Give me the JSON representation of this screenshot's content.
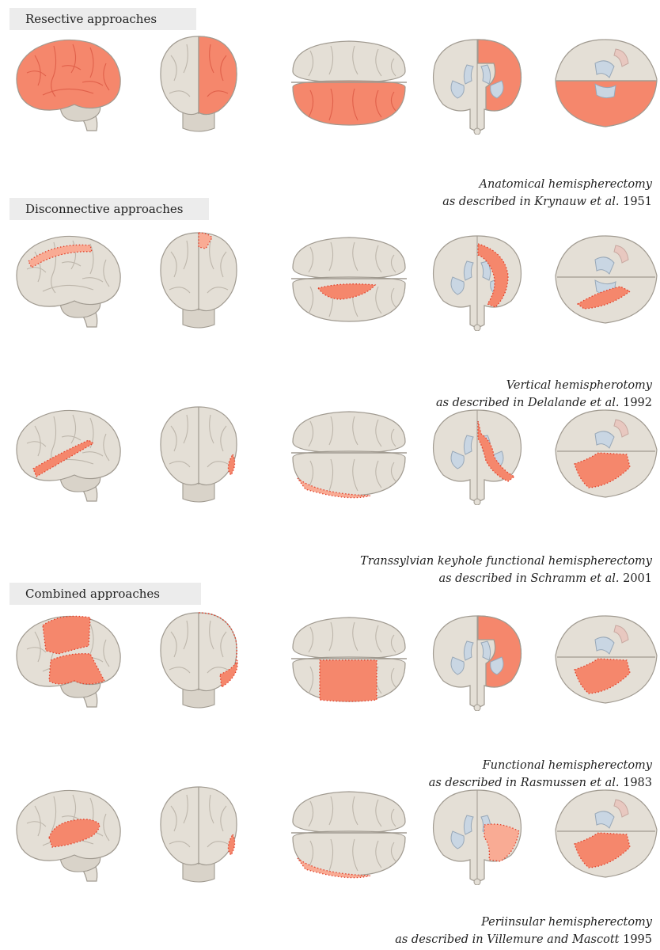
{
  "section_labels": [
    "Resective approaches",
    "Disconnective approaches",
    "Combined approaches"
  ],
  "procedures": [
    {
      "name": "Anatomical hemispherectomy",
      "cite_prefix": "as described in Krynauw ",
      "cite_etal": "et al.",
      "year": " 1951"
    },
    {
      "name": "Vertical hemispherotomy",
      "cite_prefix": "as described in Delalande ",
      "cite_etal": "et al.",
      "year": " 1992"
    },
    {
      "name": "Transsylvian keyhole functional hemispherectomy",
      "cite_prefix": "as described in Schramm ",
      "cite_etal": "et al.",
      "year": " 2001"
    },
    {
      "name": "Functional hemispherectomy",
      "cite_prefix": "as described in Rasmussen ",
      "cite_etal": "et al.",
      "year": " 1983"
    },
    {
      "name": "Periinsular hemispherectomy",
      "cite_prefix": "as described in Villemure and Mascott ",
      "cite_etal": "",
      "year": " 1995"
    }
  ],
  "colors": {
    "brain_fill": "#e4dfd6",
    "brain_stroke": "#a09a90",
    "ventricle": "#c9d6e3",
    "highlight": "#f5876c",
    "highlight_light": "#f9ab94",
    "dotted": "#e0402a"
  }
}
